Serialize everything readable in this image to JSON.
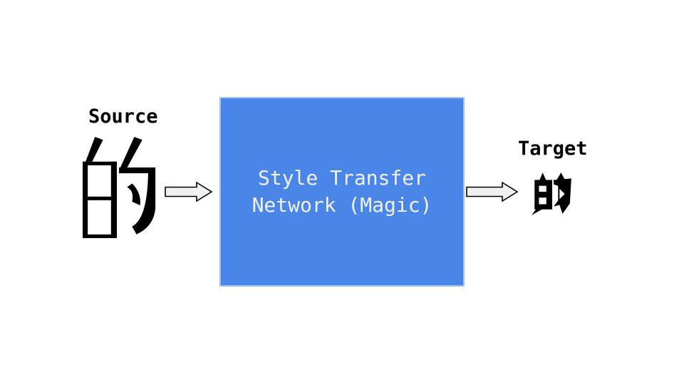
{
  "slide": {
    "background_color": "#ffffff"
  },
  "source": {
    "label": "Source",
    "character": "的",
    "character_style": "serif"
  },
  "network_box": {
    "lines": [
      "Style Transfer",
      "Network (Magic)"
    ],
    "fill_color": "#4a86e8",
    "border_color": "#a4c2f4",
    "text_color": "#f1f1f1"
  },
  "target": {
    "label": "Target",
    "character": "的",
    "character_style": "heavy-pop"
  },
  "arrows": {
    "fill_color": "#f0f0f0",
    "stroke_color": "#000000",
    "direction": "right"
  }
}
